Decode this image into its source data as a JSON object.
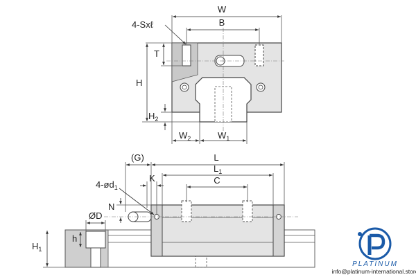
{
  "front_view": {
    "labels": {
      "W": "W",
      "B": "B",
      "screws": "4-Sxℓ",
      "T": "T",
      "H": "H",
      "H2": "H",
      "H2_sub": "2",
      "W2": "W",
      "W2_sub": "2",
      "W1": "W",
      "W1_sub": "1"
    }
  },
  "side_view": {
    "labels": {
      "G": "(G)",
      "L": "L",
      "L1": "L",
      "L1_sub": "1",
      "holes": "4-ød",
      "holes_sub": "1",
      "K": "K",
      "C": "C",
      "N": "N",
      "D": "ØD",
      "h": "h",
      "H1": "H",
      "H1_sub": "1"
    }
  },
  "brand": {
    "name": "PLATINUM",
    "url": "info@platinum-international.store",
    "colors": {
      "primary": "#1a5aa8",
      "dark": "#222222"
    }
  }
}
